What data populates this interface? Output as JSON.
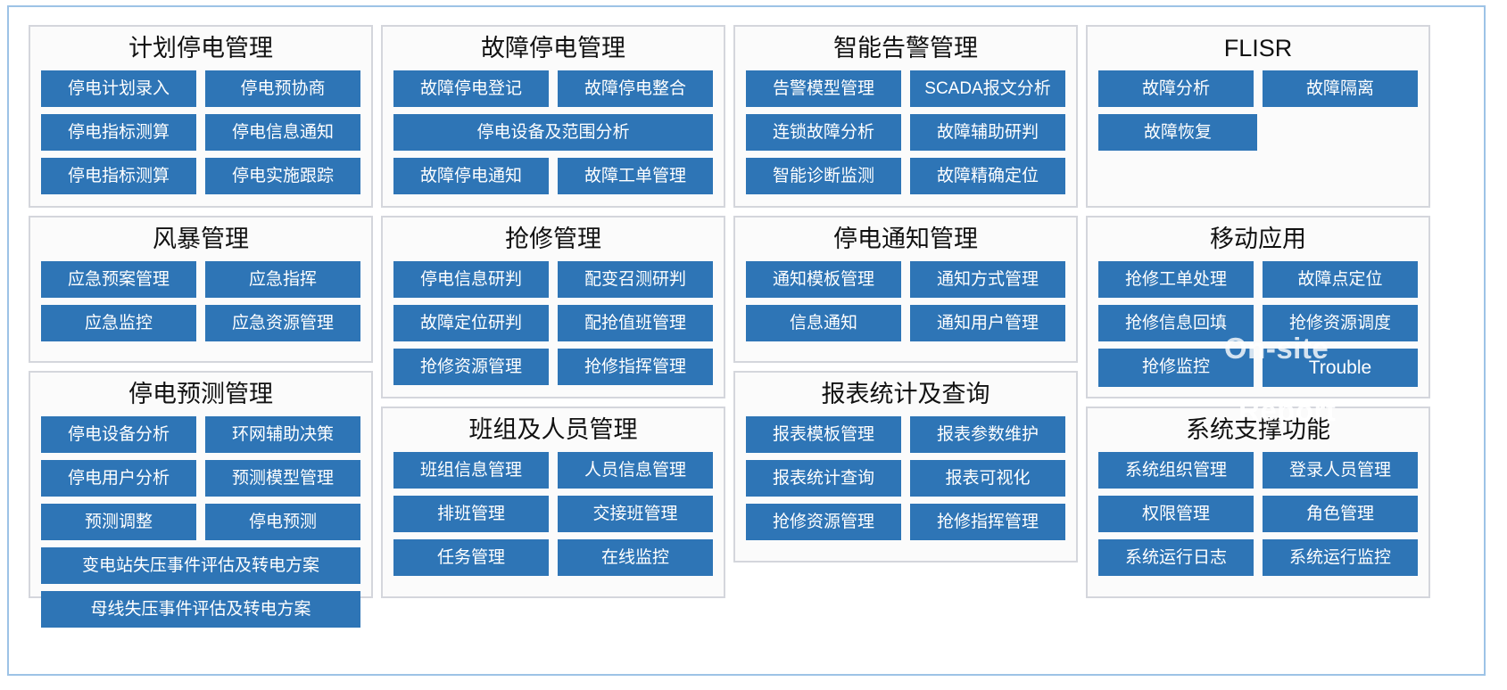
{
  "overlay": {
    "line1": "On-site",
    "line2": "Report",
    "accent": "#2e75b6"
  },
  "columns": [
    {
      "panels": [
        {
          "name": "planned-outage-management",
          "title": "计划停电管理",
          "rows": [
            [
              "停电计划录入",
              "停电预协商"
            ],
            [
              "停电指标测算",
              "停电信息通知"
            ],
            [
              "停电指标测算",
              "停电实施跟踪"
            ]
          ]
        },
        {
          "name": "storm-management",
          "title": "风暴管理",
          "rows": [
            [
              "应急预案管理",
              "应急指挥"
            ],
            [
              "应急监控",
              "应急资源管理"
            ]
          ]
        },
        {
          "name": "outage-prediction-management",
          "title": "停电预测管理",
          "rows": [
            [
              "停电设备分析",
              "环网辅助决策"
            ],
            [
              "停电用户分析",
              "预测模型管理"
            ],
            [
              "预测调整",
              "停电预测"
            ],
            [
              "变电站失压事件评估及转电方案"
            ],
            [
              "母线失压事件评估及转电方案"
            ]
          ]
        }
      ]
    },
    {
      "panels": [
        {
          "name": "fault-outage-management",
          "title": "故障停电管理",
          "rows": [
            [
              "故障停电登记",
              "故障停电整合"
            ],
            [
              "停电设备及范围分析"
            ],
            [
              "故障停电通知",
              "故障工单管理"
            ]
          ]
        },
        {
          "name": "emergency-repair-management",
          "title": "抢修管理",
          "rows": [
            [
              "停电信息研判",
              "配变召测研判"
            ],
            [
              "故障定位研判",
              "配抢值班管理"
            ],
            [
              "抢修资源管理",
              "抢修指挥管理"
            ]
          ]
        },
        {
          "name": "team-and-personnel-management",
          "title": "班组及人员管理",
          "rows": [
            [
              "班组信息管理",
              "人员信息管理"
            ],
            [
              "排班管理",
              "交接班管理"
            ],
            [
              "任务管理",
              "在线监控"
            ]
          ]
        }
      ]
    },
    {
      "panels": [
        {
          "name": "intelligent-alarm-management",
          "title": "智能告警管理",
          "rows": [
            [
              "告警模型管理",
              "SCADA报文分析"
            ],
            [
              "连锁故障分析",
              "故障辅助研判"
            ],
            [
              "智能诊断监测",
              "故障精确定位"
            ]
          ]
        },
        {
          "name": "outage-notification-management",
          "title": "停电通知管理",
          "rows": [
            [
              "通知模板管理",
              "通知方式管理"
            ],
            [
              "信息通知",
              "通知用户管理"
            ]
          ]
        },
        {
          "name": "report-statistics-and-query",
          "title": "报表统计及查询",
          "rows": [
            [
              "报表模板管理",
              "报表参数维护"
            ],
            [
              "报表统计查询",
              "报表可视化"
            ],
            [
              "抢修资源管理",
              "抢修指挥管理"
            ]
          ]
        }
      ]
    },
    {
      "panels": [
        {
          "name": "flisr",
          "title": "FLISR",
          "rows": [
            [
              "故障分析",
              "故障隔离"
            ],
            [
              "故障恢复"
            ]
          ]
        },
        {
          "name": "mobile-application",
          "title": "移动应用",
          "rows": [
            [
              "抢修工单处理",
              "故障点定位"
            ],
            [
              "抢修信息回填",
              "抢修资源调度"
            ],
            [
              "抢修监控",
              "Trouble"
            ]
          ]
        },
        {
          "name": "system-support-functions",
          "title": "系统支撑功能",
          "rows": [
            [
              "系统组织管理",
              "登录人员管理"
            ],
            [
              "权限管理",
              "角色管理"
            ],
            [
              "系统运行日志",
              "系统运行监控"
            ]
          ]
        }
      ]
    }
  ]
}
